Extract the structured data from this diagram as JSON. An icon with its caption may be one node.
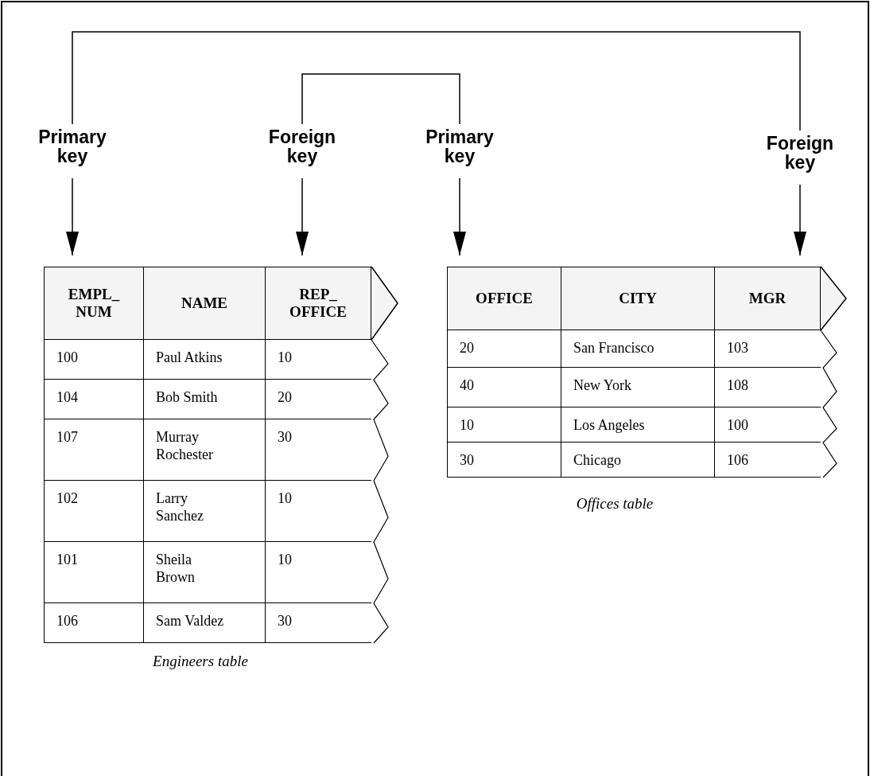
{
  "diagram": {
    "nodes": [
      {
        "text": [
          "Primary key"
        ]
      },
      {
        "text": [
          "Foreign key"
        ]
      },
      {
        "text": [
          "Primary key"
        ]
      },
      {
        "text": [
          "Foreign key"
        ]
      },
      {
        "text": [
          "EMPL_ NUM"
        ]
      },
      {
        "text": [
          "NAME"
        ]
      },
      {
        "text": [
          "REP_ OFFICE"
        ]
      },
      {
        "text": [
          "OFFICE"
        ]
      },
      {
        "text": [
          "CITY"
        ]
      },
      {
        "text": [
          "MGR"
        ]
      }
    ],
    "edges": [
      {
        "from": 0,
        "to": 4,
        "arrow": "to"
      },
      {
        "from": 1,
        "to": 6,
        "arrow": "to"
      },
      {
        "from": 2,
        "to": 7,
        "arrow": "to"
      },
      {
        "from": 3,
        "to": 9,
        "arrow": "to"
      },
      {
        "from": 0,
        "to": 3,
        "arrow": "none"
      },
      {
        "from": 1,
        "to": 2,
        "arrow": "none"
      }
    ],
    "labels": [
      "100",
      "Paul Atkins",
      "10",
      "104",
      "Bob Smith",
      "20",
      "107",
      "Murray Rochester",
      "30",
      "102",
      "Larry Sanchez",
      "10",
      "101",
      "Sheila Brown",
      "10",
      "106",
      "Sam Valdez",
      "30",
      "20",
      "San Francisco",
      "103",
      "40",
      "New York",
      "108",
      "10",
      "Los Angeles",
      "100",
      "30",
      "Chicago",
      "106",
      "Engineers table",
      "Offices table"
    ]
  }
}
